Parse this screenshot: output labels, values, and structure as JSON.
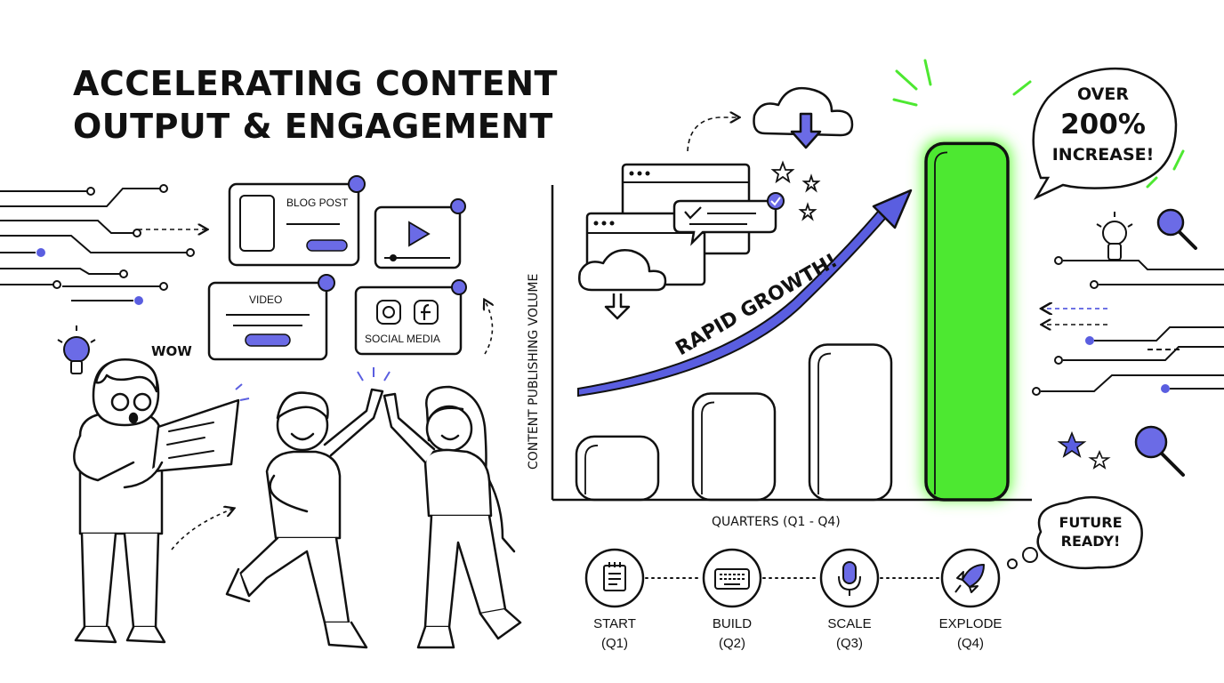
{
  "headline": {
    "line1": "ACCELERATING CONTENT",
    "line2": "OUTPUT & ENGAGEMENT"
  },
  "content_cards": {
    "blog": "BLOG POST",
    "video": "VIDEO",
    "social": "SOCIAL MEDIA"
  },
  "exclaim": "WOW",
  "callouts": {
    "growth": "RAPID GROWTH!",
    "increase_line1": "OVER",
    "increase_line2": "200%",
    "increase_line3": "INCREASE!",
    "future_line1": "FUTURE",
    "future_line2": "READY!"
  },
  "chart_data": {
    "type": "bar",
    "categories": [
      "Q1",
      "Q2",
      "Q3",
      "Q4"
    ],
    "values": [
      22,
      37,
      54,
      124
    ],
    "highlight_index": 3,
    "title": "",
    "xlabel": "QUARTERS (Q1 - Q4)",
    "ylabel": "CONTENT PUBLISHING VOLUME",
    "ylim": [
      0,
      130
    ],
    "grid": false,
    "legend": "none",
    "colors": {
      "bar_fill": "#ffffff",
      "highlight_fill": "#4de831",
      "highlight_glow": "#6cff45",
      "arrow": "#5a5ee0",
      "outline": "#111111"
    }
  },
  "timeline": [
    {
      "name": "START",
      "quarter": "(Q1)",
      "icon": "notepad-icon"
    },
    {
      "name": "BUILD",
      "quarter": "(Q2)",
      "icon": "keyboard-icon"
    },
    {
      "name": "SCALE",
      "quarter": "(Q3)",
      "icon": "microphone-icon"
    },
    {
      "name": "EXPLODE",
      "quarter": "(Q4)",
      "icon": "rocket-icon"
    }
  ],
  "colors": {
    "accent": "#5a5ee0",
    "ink": "#111111",
    "green": "#4de831"
  }
}
